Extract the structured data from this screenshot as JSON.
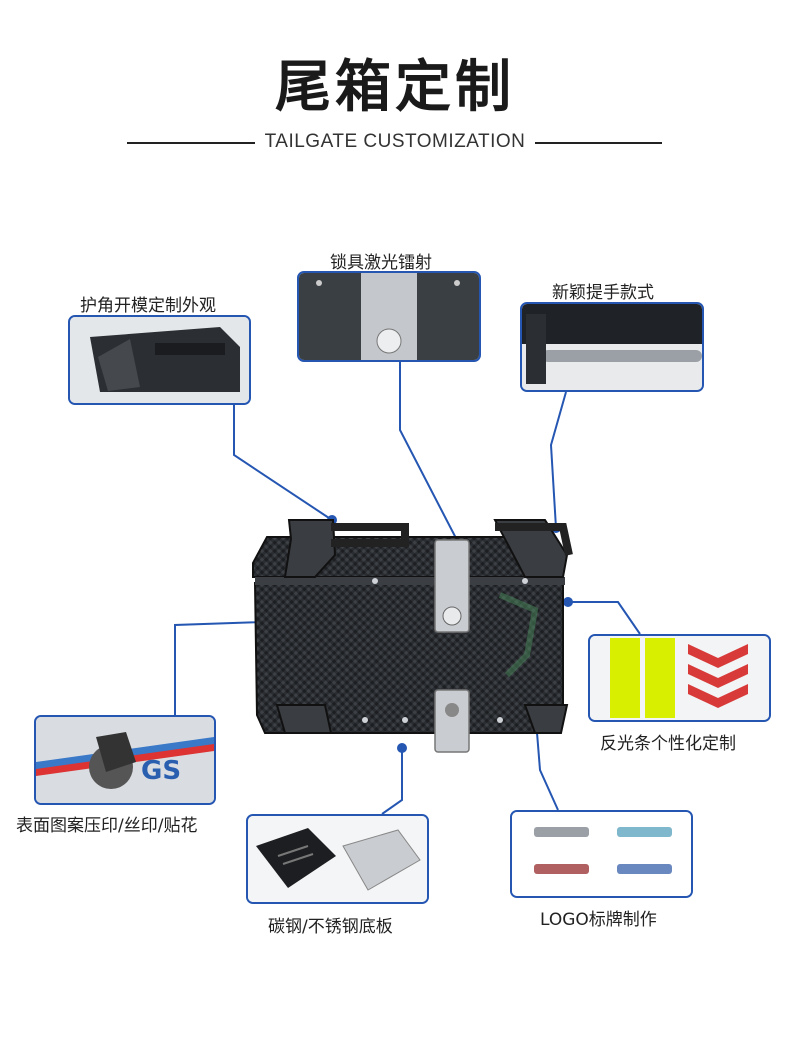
{
  "header": {
    "title": "尾箱定制",
    "subtitle": "TAILGATE CUSTOMIZATION"
  },
  "features": {
    "corner_guard": "护角开模定制外观",
    "lock_laser": "锁具激光镭射",
    "handle": "新颖提手款式",
    "reflective": "反光条个性化定制",
    "surface_print": "表面图案压印/丝印/贴花",
    "base_plate": "碳钢/不锈钢底板",
    "logo": "LOGO标牌制作"
  },
  "decal": {
    "text": "GS"
  },
  "colors": {
    "accent": "#2456b2",
    "reflective_yellow": "#d8f000",
    "reflective_red": "#d83a3a"
  }
}
